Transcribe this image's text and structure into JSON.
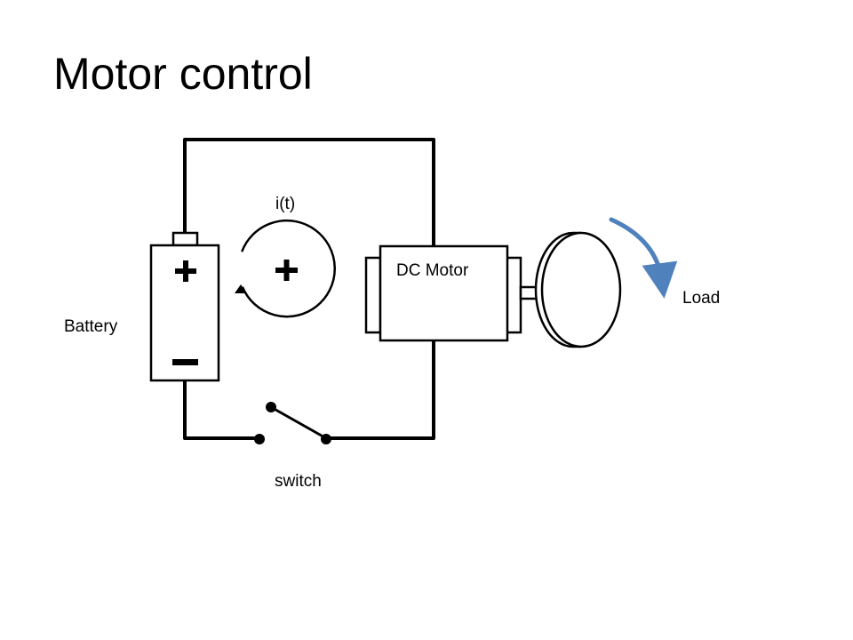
{
  "page": {
    "title": "Motor control"
  },
  "labels": {
    "current": "i(t)",
    "battery": "Battery",
    "motor": "DC Motor",
    "load": "Load",
    "switch": "switch"
  },
  "icons": {
    "battery_plus": "+",
    "battery_minus": "−",
    "current_plus": "+"
  },
  "colors": {
    "rotation_arrow": "#4f81bd",
    "wire": "#000000"
  }
}
